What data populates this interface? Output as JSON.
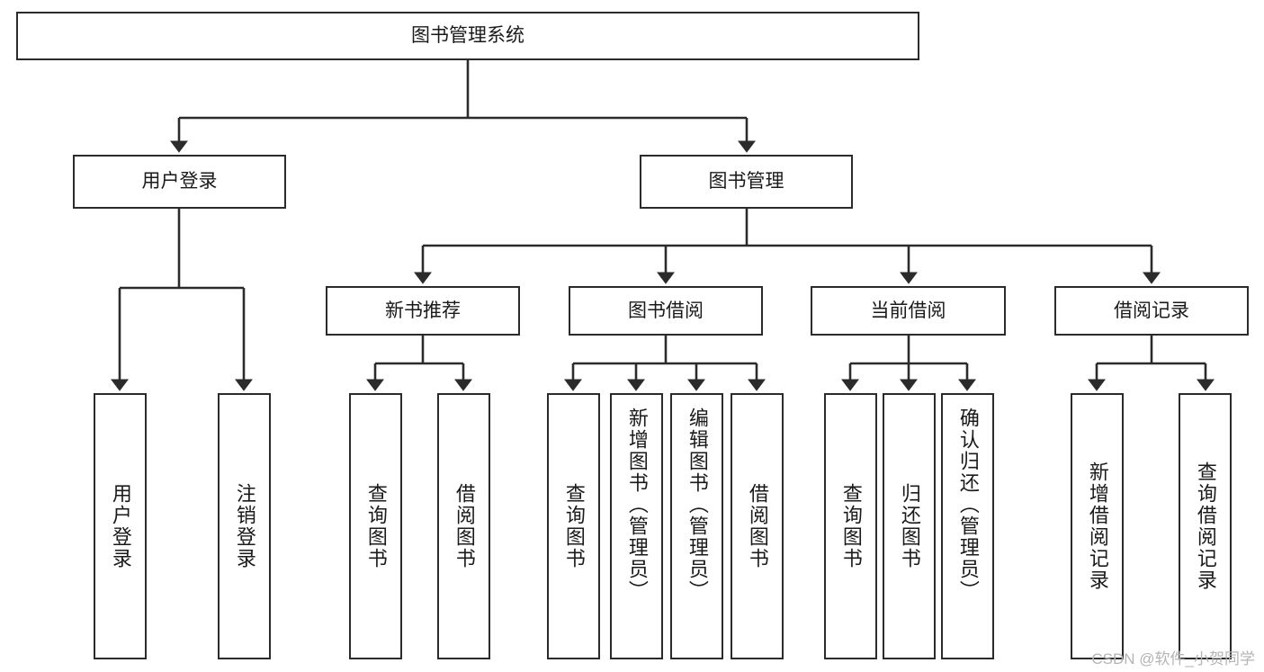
{
  "diagram": {
    "title": "图书管理系统",
    "type": "tree-hierarchy-diagram",
    "colors": {
      "box_border": "#2b2b2b",
      "box_fill": "#ffffff",
      "connector": "#2b2b2b",
      "text": "#1a1a1a",
      "watermark": "#b4b4b4",
      "background": "#ffffff"
    },
    "nodes": {
      "root": {
        "label": "图书管理系统",
        "orientation": "horizontal"
      },
      "level2": [
        {
          "label": "用户登录",
          "orientation": "horizontal"
        },
        {
          "label": "图书管理",
          "orientation": "horizontal"
        }
      ],
      "level3": [
        {
          "label": "新书推荐",
          "orientation": "horizontal"
        },
        {
          "label": "图书借阅",
          "orientation": "horizontal"
        },
        {
          "label": "当前借阅",
          "orientation": "horizontal"
        },
        {
          "label": "借阅记录",
          "orientation": "horizontal"
        }
      ],
      "leaves_user_login": [
        {
          "label": "用户登录",
          "orientation": "vertical"
        },
        {
          "label": "注销登录",
          "orientation": "vertical"
        }
      ],
      "leaves_new_book": [
        {
          "label": "查询图书",
          "orientation": "vertical"
        },
        {
          "label": "借阅图书",
          "orientation": "vertical"
        }
      ],
      "leaves_borrow": [
        {
          "label": "查询图书",
          "orientation": "vertical"
        },
        {
          "label": "新增图书（管理员）",
          "orientation": "vertical"
        },
        {
          "label": "编辑图书（管理员）",
          "orientation": "vertical"
        },
        {
          "label": "借阅图书",
          "orientation": "vertical"
        }
      ],
      "leaves_current": [
        {
          "label": "查询图书",
          "orientation": "vertical"
        },
        {
          "label": "归还图书",
          "orientation": "vertical"
        },
        {
          "label": "确认归还（管理员）",
          "orientation": "vertical"
        }
      ],
      "leaves_records": [
        {
          "label": "新增借阅记录",
          "orientation": "vertical"
        },
        {
          "label": "查询借阅记录",
          "orientation": "vertical"
        }
      ]
    },
    "watermark": "CSDN @软件_小贺同学"
  }
}
